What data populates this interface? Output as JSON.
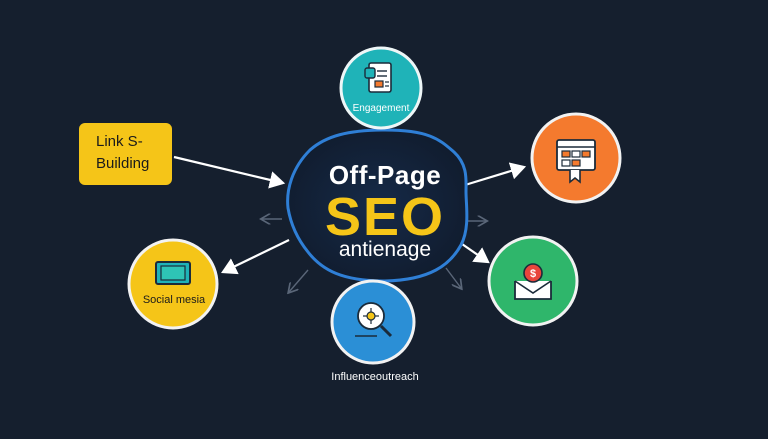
{
  "center": {
    "line1": "Off-Page",
    "line2": "SEO",
    "line3": "antienage"
  },
  "nodes": {
    "link_building": {
      "line1": "Link S-",
      "line2": "Building",
      "color": "#f5c518"
    },
    "engagement": {
      "label": "Engagement",
      "color": "#1fb3b8",
      "icon": "document-chart-icon"
    },
    "orange": {
      "color": "#f47a2e",
      "icon": "calendar-grid-icon"
    },
    "social_media": {
      "label": "Social mesia",
      "color": "#f5c518",
      "icon": "monitor-icon"
    },
    "green": {
      "color": "#2fb66b",
      "icon": "dollar-envelope-icon"
    },
    "influencer": {
      "label": "Influenceoutreach",
      "color": "#2b8fd6",
      "icon": "magnifier-network-icon"
    }
  },
  "colors": {
    "background": "#151f2e",
    "hub_outline": "#2f7fd6",
    "accent_text": "#f5c518",
    "arrow": "#ffffff"
  }
}
